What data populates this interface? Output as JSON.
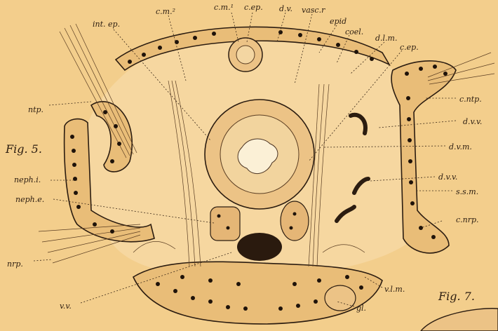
{
  "figures": {
    "fig5": "Fig. 5.",
    "fig7": "Fig. 7."
  },
  "labels": {
    "int_ep": "int. ep.",
    "cm2": "c.m.²",
    "cm1": "c.m.¹",
    "cep_top": "c.ep.",
    "dv": "d.v.",
    "vasc_r": "vasc.r",
    "epid": "epid",
    "coel": "coel.",
    "dlm": "d.l.m.",
    "cep_right": "c.ep.",
    "ntp": "ntp.",
    "c_ntp": "c.ntp.",
    "dvv_1": "d.v.v.",
    "dvm": "d.v.m.",
    "dvv_2": "d.v.v.",
    "ssm": "s.s.m.",
    "c_nrp": "c.nrp.",
    "neph_i": "neph.i.",
    "neph_e": "neph.e.",
    "nrp": "nrp.",
    "vv": "v.v.",
    "vlm": "v.l.m.",
    "gl": "gl."
  },
  "colors": {
    "paper": "#f3ce8c",
    "ink": "#2b1c10",
    "tissue": "#e9bd78"
  }
}
